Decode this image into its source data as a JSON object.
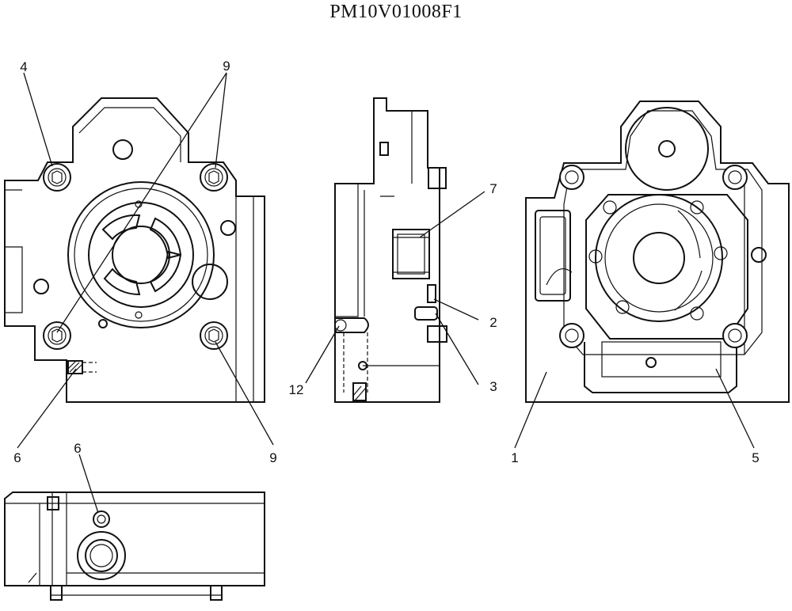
{
  "title": "PM10V01008F1",
  "callouts": {
    "front_bolt_top_left": "4",
    "front_bolts_top": "9",
    "front_plug": "6",
    "front_bolt_bottom_right": "9",
    "side_plug_lower": "12",
    "side_plug_small": "7",
    "side_pin": "2",
    "side_bolt": "3",
    "rear_cover": "1",
    "rear_plate": "5",
    "bottom_plug": "6"
  }
}
